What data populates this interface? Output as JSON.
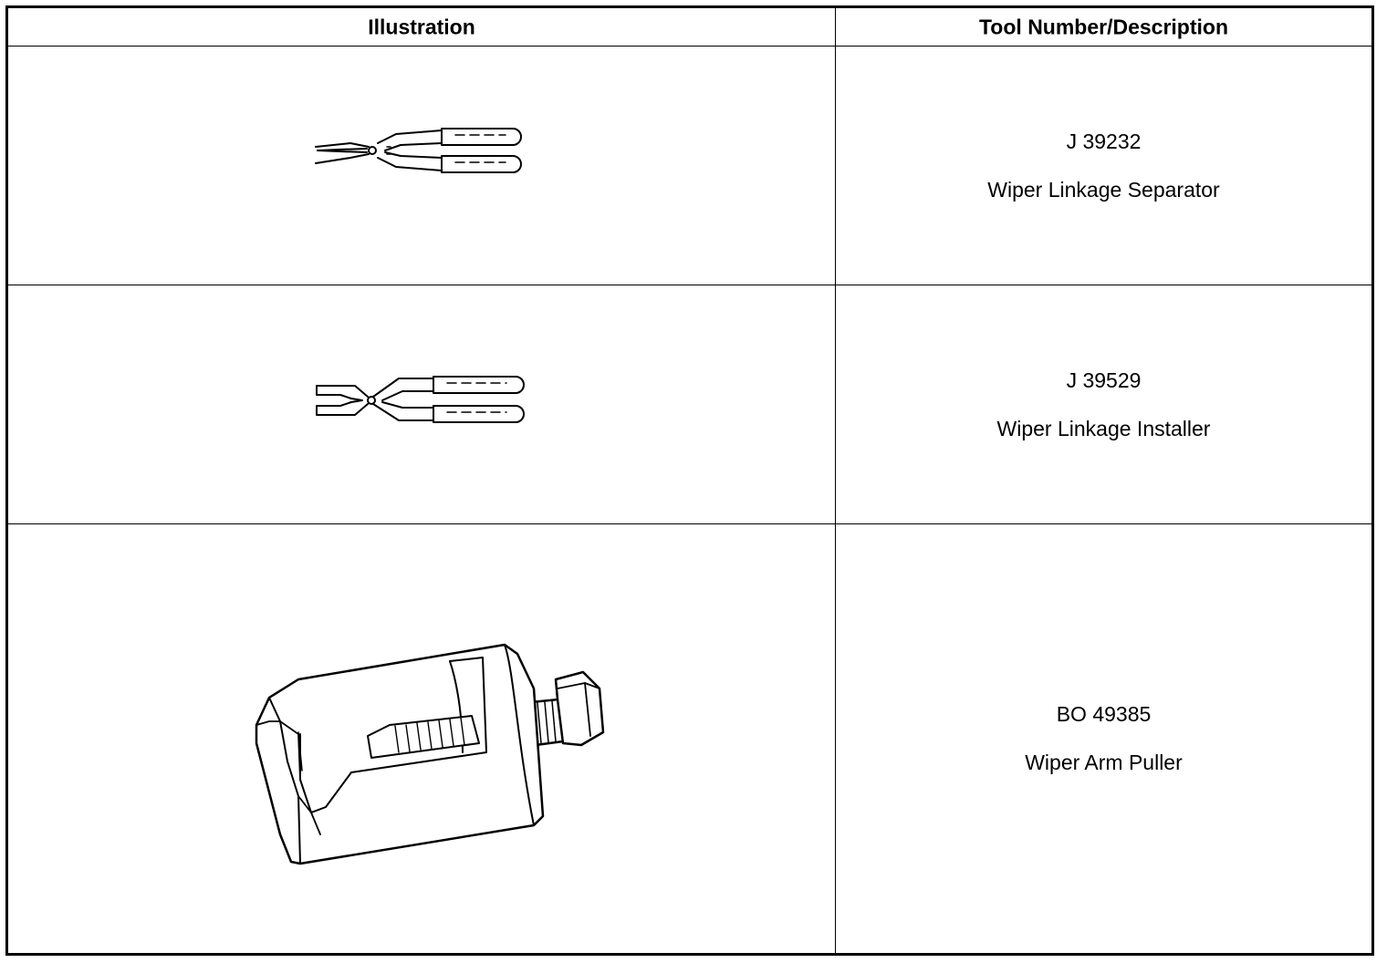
{
  "table": {
    "headers": {
      "illustration": "Illustration",
      "description": "Tool Number/Description"
    },
    "rows": [
      {
        "tool_number": "J 39232",
        "description": "Wiper Linkage Separator",
        "illustration_icon": "pliers-separator-icon"
      },
      {
        "tool_number": "J 39529",
        "description": "Wiper Linkage Installer",
        "illustration_icon": "pliers-installer-icon"
      },
      {
        "tool_number": "BO 49385",
        "description": "Wiper Arm Puller",
        "illustration_icon": "wiper-arm-puller-icon"
      }
    ]
  }
}
